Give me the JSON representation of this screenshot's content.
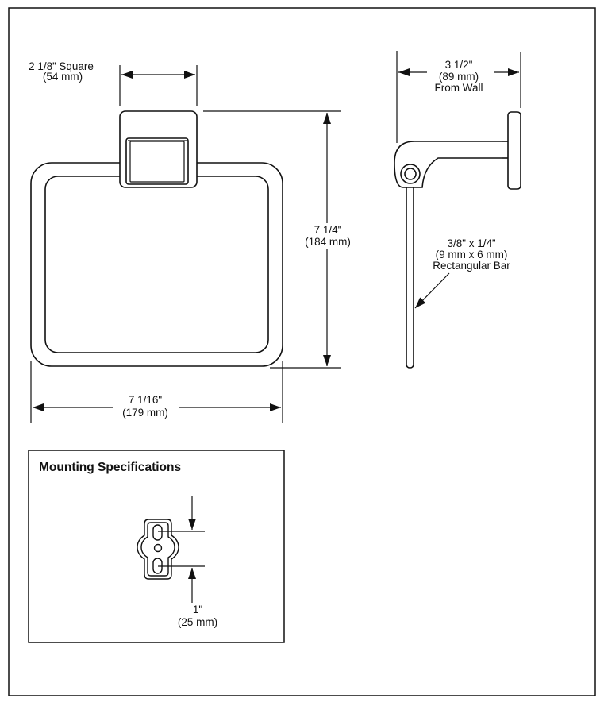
{
  "dimensions": {
    "base_square": {
      "line1": "2 1/8” Square",
      "line2": "(54 mm)"
    },
    "projection": {
      "line1": "3 1/2\"",
      "line2": "(89 mm)",
      "line3": "From Wall"
    },
    "height": {
      "line1": "7 1/4\"",
      "line2": "(184 mm)"
    },
    "width": {
      "line1": "7 1/16\"",
      "line2": "(179 mm)"
    },
    "bar": {
      "line1": "3/8\" x 1/4”",
      "line2": "(9 mm x 6 mm)",
      "line3": "Rectangular Bar"
    }
  },
  "mounting": {
    "title": "Mounting Specifications",
    "spacing": {
      "line1": "1\"",
      "line2": "(25 mm)"
    }
  },
  "colors": {
    "line": "#111111",
    "background": "#ffffff"
  }
}
